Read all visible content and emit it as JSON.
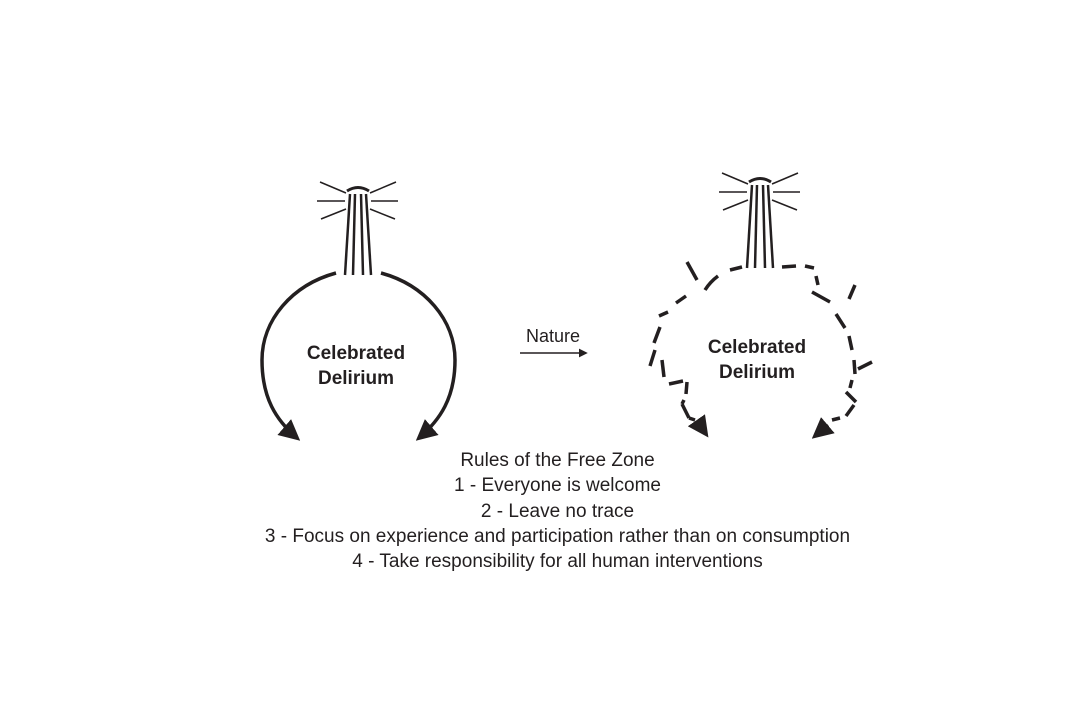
{
  "diagram": {
    "left_loop": {
      "label_line1": "Celebrated",
      "label_line2": "Delirium",
      "style": "solid"
    },
    "transition_label": "Nature",
    "right_loop": {
      "label_line1": "Celebrated",
      "label_line2": "Delirium",
      "style": "dashed"
    },
    "icon": "lamp-post-light-icon",
    "stroke_color": "#231f20"
  },
  "rules": {
    "title": "Rules of the Free Zone",
    "items": [
      "1 - Everyone is welcome",
      "2 - Leave no trace",
      "3 - Focus on experience and participation rather than on consumption",
      "4 - Take responsibility for all human interventions"
    ]
  }
}
